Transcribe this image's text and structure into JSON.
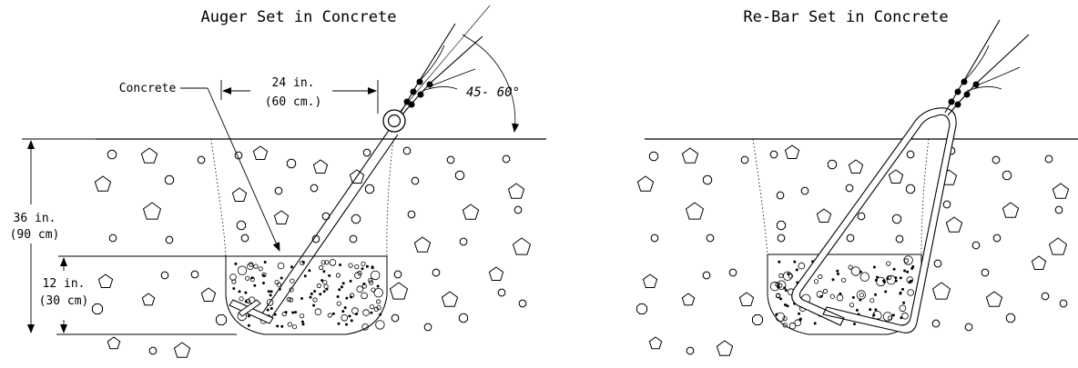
{
  "diagrams": [
    {
      "title": "Auger Set in Concrete",
      "labels": {
        "concrete": "Concrete",
        "width_in": "24 in.",
        "width_cm": "(60 cm.)",
        "depth_in": "36 in.",
        "depth_cm": "(90 cm)",
        "fill_in": "12 in.",
        "fill_cm": "(30 cm)",
        "angle": "45- 60°"
      }
    },
    {
      "title": "Re-Bar Set in Concrete"
    }
  ],
  "colors": {
    "ink": "#000000",
    "background": "#ffffff"
  }
}
